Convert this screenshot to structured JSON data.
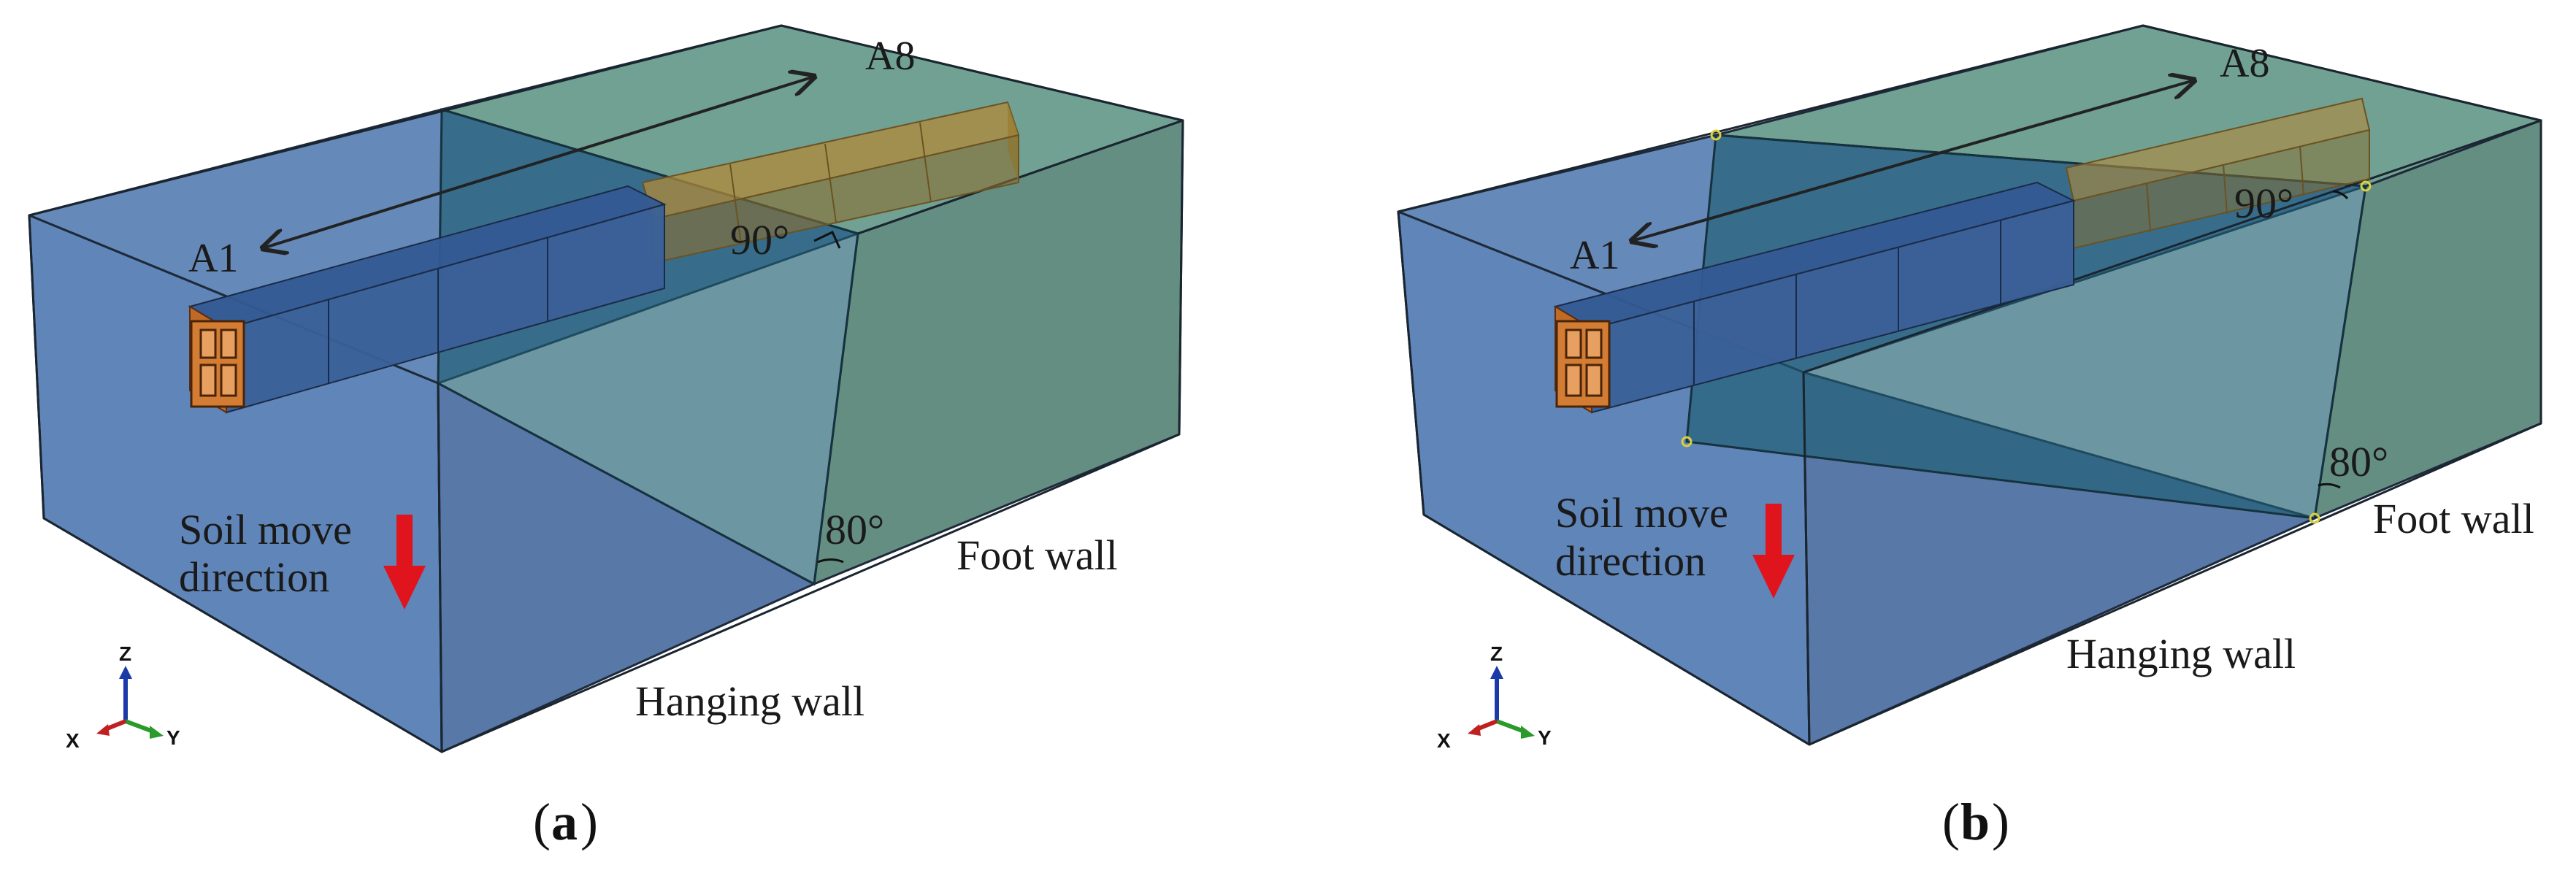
{
  "panels": [
    {
      "caption_letter": "a",
      "start_label": "A1",
      "end_label": "A8",
      "pipe_angle": "90°",
      "fault_angle": "80°",
      "foot_wall": "Foot wall",
      "hanging_wall": "Hanging wall",
      "soil_move_line1": "Soil move",
      "soil_move_line2": "direction"
    },
    {
      "caption_letter": "b",
      "start_label": "A1",
      "end_label": "A8",
      "pipe_angle": "90°",
      "fault_angle": "80°",
      "foot_wall": "Foot wall",
      "hanging_wall": "Hanging wall",
      "soil_move_line1": "Soil move",
      "soil_move_line2": "direction"
    }
  ],
  "triad": {
    "x": "X",
    "y": "Y",
    "z": "Z"
  },
  "colors": {
    "hanging_wall": "#4a74ac",
    "foot_wall": "#4e8a78",
    "fault_plane": "#1f5e72",
    "pipe": "#d07a30",
    "arrow": "#e0141c"
  }
}
